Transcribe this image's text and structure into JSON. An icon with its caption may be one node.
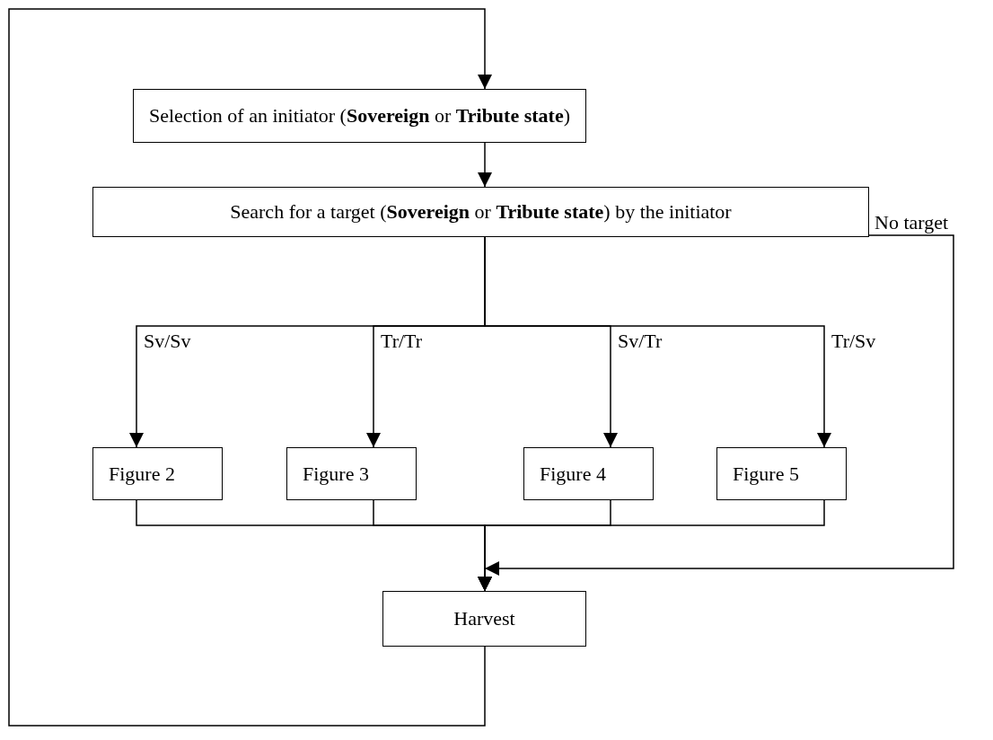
{
  "diagram": {
    "nodes": [
      {
        "text": [
          "Selection of an initiator (**Sovereign** or **Tribute state**)"
        ]
      },
      {
        "text": [
          "Search for a target (**Sovereign** or **Tribute state**) by the initiator"
        ]
      },
      {
        "text": [
          "Figure 2"
        ]
      },
      {
        "text": [
          "Figure 3"
        ]
      },
      {
        "text": [
          "Figure 4"
        ]
      },
      {
        "text": [
          "Figure 5"
        ]
      },
      {
        "text": [
          "Harvest"
        ]
      }
    ],
    "edges": [
      {
        "from": 0,
        "to": 1,
        "arrow": "to"
      },
      {
        "from": 1,
        "to": 2,
        "arrow": "to",
        "label": "Sv/Sv"
      },
      {
        "from": 1,
        "to": 3,
        "arrow": "to",
        "label": "Tr/Tr"
      },
      {
        "from": 1,
        "to": 4,
        "arrow": "to",
        "label": "Sv/Tr"
      },
      {
        "from": 1,
        "to": 5,
        "arrow": "to",
        "label": "Tr/Sv"
      },
      {
        "from": 1,
        "to": 6,
        "arrow": "to",
        "label": "No target"
      },
      {
        "from": 2,
        "to": 6,
        "arrow": "to"
      },
      {
        "from": 3,
        "to": 6,
        "arrow": "to"
      },
      {
        "from": 4,
        "to": 6,
        "arrow": "to"
      },
      {
        "from": 5,
        "to": 6,
        "arrow": "to"
      },
      {
        "from": 6,
        "to": 0,
        "arrow": "to"
      }
    ]
  }
}
